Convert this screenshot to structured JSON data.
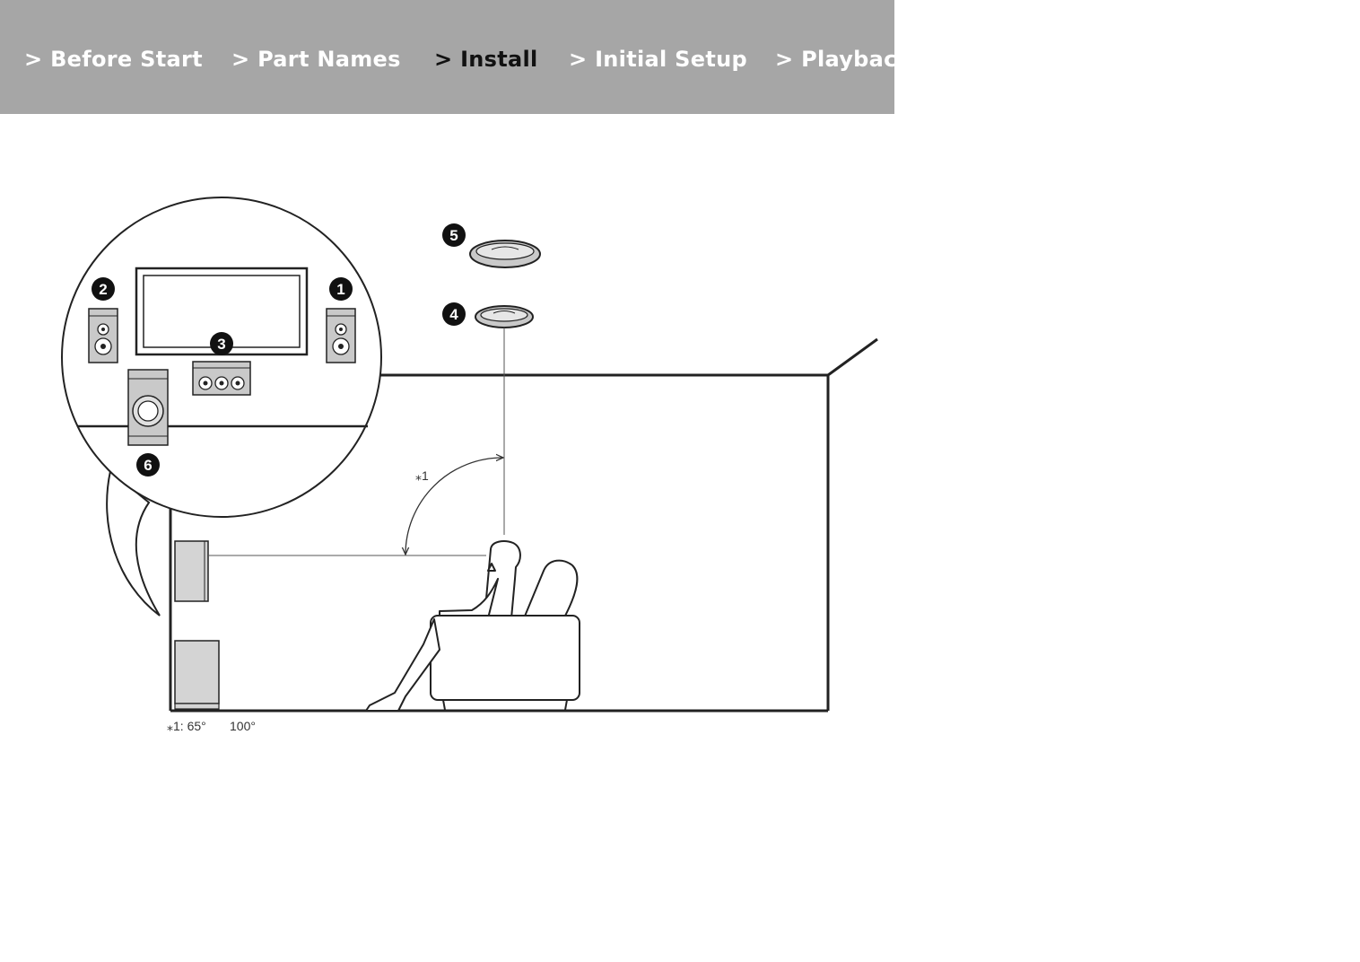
{
  "nav": {
    "items": [
      {
        "label": "> Before Start",
        "active": false
      },
      {
        "label": "> Part Names",
        "active": false
      },
      {
        "label": "> Install",
        "active": true
      },
      {
        "label": "> Initial Setup",
        "active": false
      },
      {
        "label": "> Playbac",
        "active": false
      }
    ]
  },
  "diagram": {
    "badges": [
      "1",
      "2",
      "3",
      "4",
      "5",
      "6"
    ],
    "angle_marker": "⁎1",
    "footnote": {
      "prefix": "⁎1: 65°",
      "suffix": "100°"
    }
  },
  "colors": {
    "nav_bg": "#a6a6a6",
    "nav_text": "#ffffff",
    "nav_active": "#111111",
    "speaker_fill": "#cfcfcf",
    "line": "#222222"
  }
}
